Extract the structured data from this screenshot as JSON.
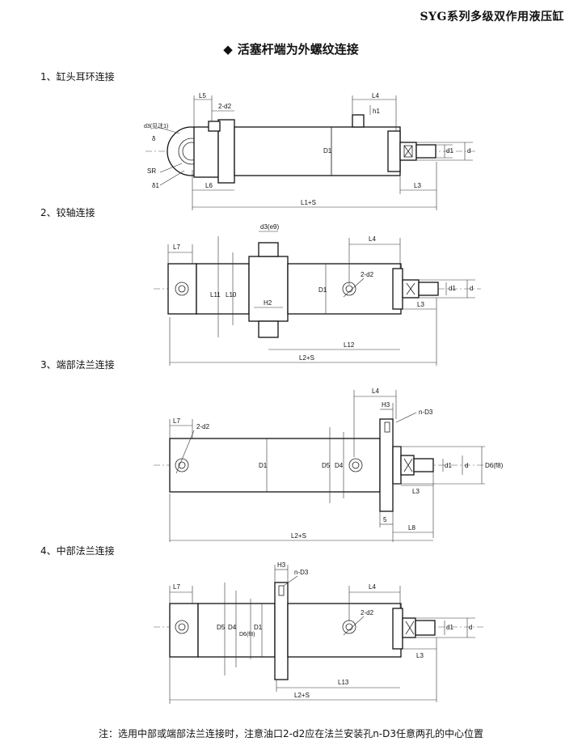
{
  "header": {
    "title": "SYG系列多级双作用液压缸"
  },
  "page_title": {
    "bullet": "◆",
    "text": "活塞杆端为外螺纹连接"
  },
  "sections": [
    {
      "label": "1、缸头耳环连接",
      "dims": {
        "L5": "L5",
        "2-d2": "2-d2",
        "L4": "L4",
        "h1": "h1",
        "d3": "d3(见注1)",
        "delta": "δ",
        "SR": "SR",
        "delta1": "δ1",
        "L6": "L6",
        "D1": "D1",
        "d1": "d1",
        "d": "d",
        "L3": "L3",
        "L1S": "L1+S"
      }
    },
    {
      "label": "2、铰轴连接",
      "dims": {
        "L7": "L7",
        "d3": "d3(e9)",
        "L4": "L4",
        "L11": "L11",
        "L10": "L10",
        "D1": "D1",
        "2-d2": "2-d2",
        "H2": "H2",
        "d1": "d1",
        "d": "d",
        "L3": "L3",
        "L12": "L12",
        "L2S": "L2+S"
      }
    },
    {
      "label": "3、端部法兰连接",
      "dims": {
        "L4": "L4",
        "H3": "H3",
        "nD3": "n-D3",
        "L7": "L7",
        "2-d2": "2-d2",
        "D1": "D1",
        "D5": "D5",
        "D4": "D4",
        "d1": "d1",
        "d": "d",
        "D6": "D6(f8)",
        "L3": "L3",
        "five": "5",
        "L8": "L8",
        "L2S": "L2+S"
      }
    },
    {
      "label": "4、中部法兰连接",
      "dims": {
        "H3": "H3",
        "nD3": "n-D3",
        "L7": "L7",
        "L4": "L4",
        "2-d2": "2-d2",
        "D5": "D5",
        "D4": "D4",
        "D6": "D6(f8)",
        "D1": "D1",
        "d1": "d1",
        "d": "d",
        "L3": "L3",
        "L13": "L13",
        "L2S": "L2+S"
      }
    }
  ],
  "note": "注：选用中部或端部法兰连接时，注意油口2-d2应在法兰安装孔n-D3任意两孔的中心位置"
}
